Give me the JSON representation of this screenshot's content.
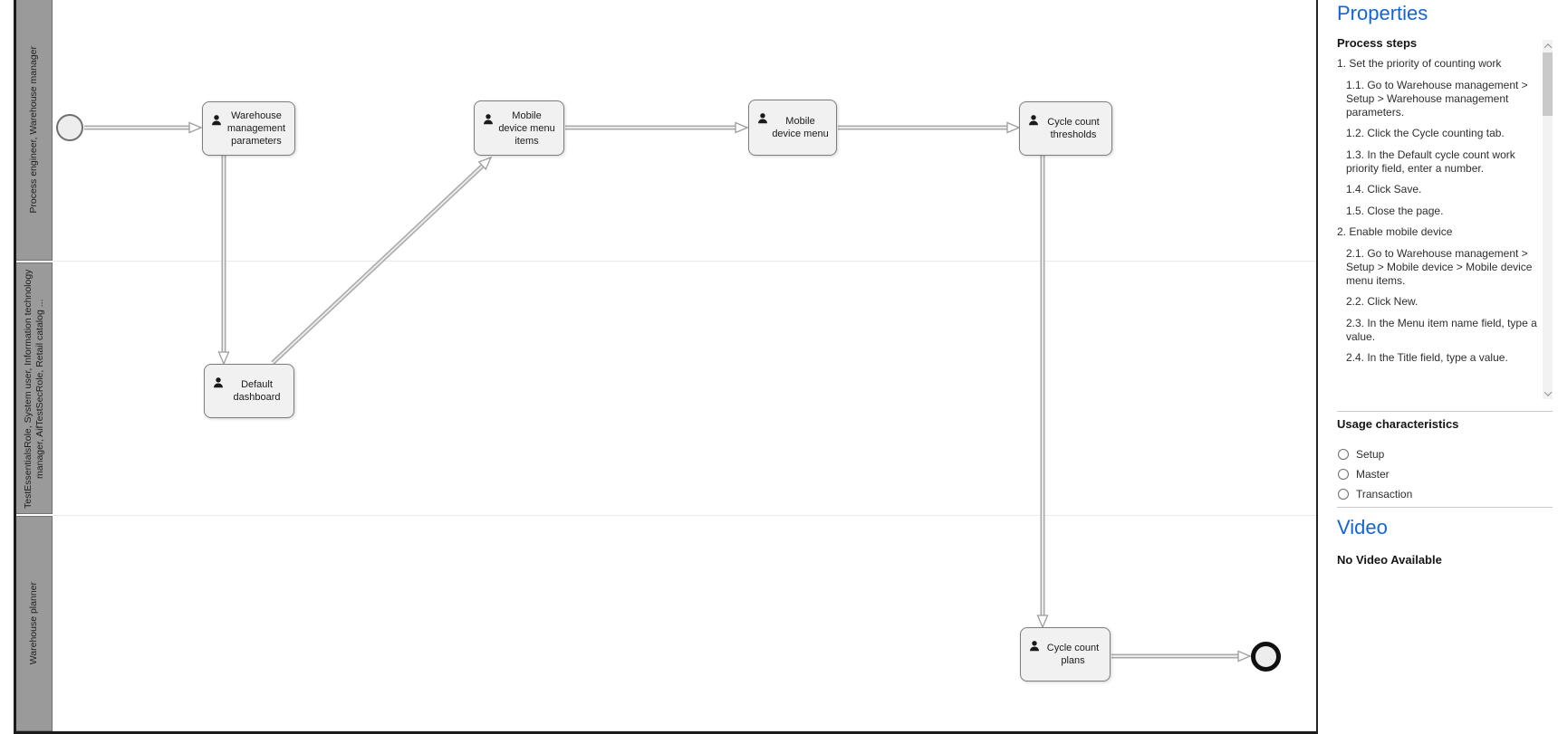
{
  "diagram": {
    "lanes": [
      {
        "label": "Process engineer, Warehouse manager"
      },
      {
        "label": "TestEssentialsRole, System user, Information technology manager, AifTestSecRole, Retail catalog ..."
      },
      {
        "label": "Warehouse planner"
      }
    ],
    "nodes": [
      {
        "label": "Warehouse management parameters"
      },
      {
        "label": "Mobile device menu items"
      },
      {
        "label": "Mobile device menu"
      },
      {
        "label": "Cycle count thresholds"
      },
      {
        "label": "Default dashboard"
      },
      {
        "label": "Cycle count plans"
      }
    ]
  },
  "panel": {
    "title": "Properties",
    "steps_heading": "Process steps",
    "steps": [
      {
        "text": "1. Set the priority of counting work"
      },
      {
        "text": "1.1. Go to Warehouse management > Setup > Warehouse management parameters."
      },
      {
        "text": "1.2. Click the Cycle counting tab."
      },
      {
        "text": "1.3. In the Default cycle count work priority field, enter a number."
      },
      {
        "text": "1.4. Click Save."
      },
      {
        "text": "1.5. Close the page."
      },
      {
        "text": "2. Enable mobile device"
      },
      {
        "text": "2.1. Go to Warehouse management > Setup > Mobile device > Mobile device menu items."
      },
      {
        "text": "2.2. Click New."
      },
      {
        "text": "2.3. In the Menu item name field, type a value."
      },
      {
        "text": "2.4. In the Title field, type a value."
      }
    ],
    "usage": {
      "heading": "Usage characteristics",
      "options": [
        {
          "label": "Setup",
          "checked": false
        },
        {
          "label": "Master",
          "checked": false
        },
        {
          "label": "Transaction",
          "checked": false
        }
      ]
    },
    "video": {
      "heading": "Video",
      "status": "No Video Available"
    }
  },
  "colors": {
    "accent_blue": "#1365D4",
    "lane_band_gray": "#9a9a9a",
    "node_fill": "#f1f1f1",
    "node_border": "#7d7d7d",
    "connector_gray": "#a9a9a9"
  }
}
